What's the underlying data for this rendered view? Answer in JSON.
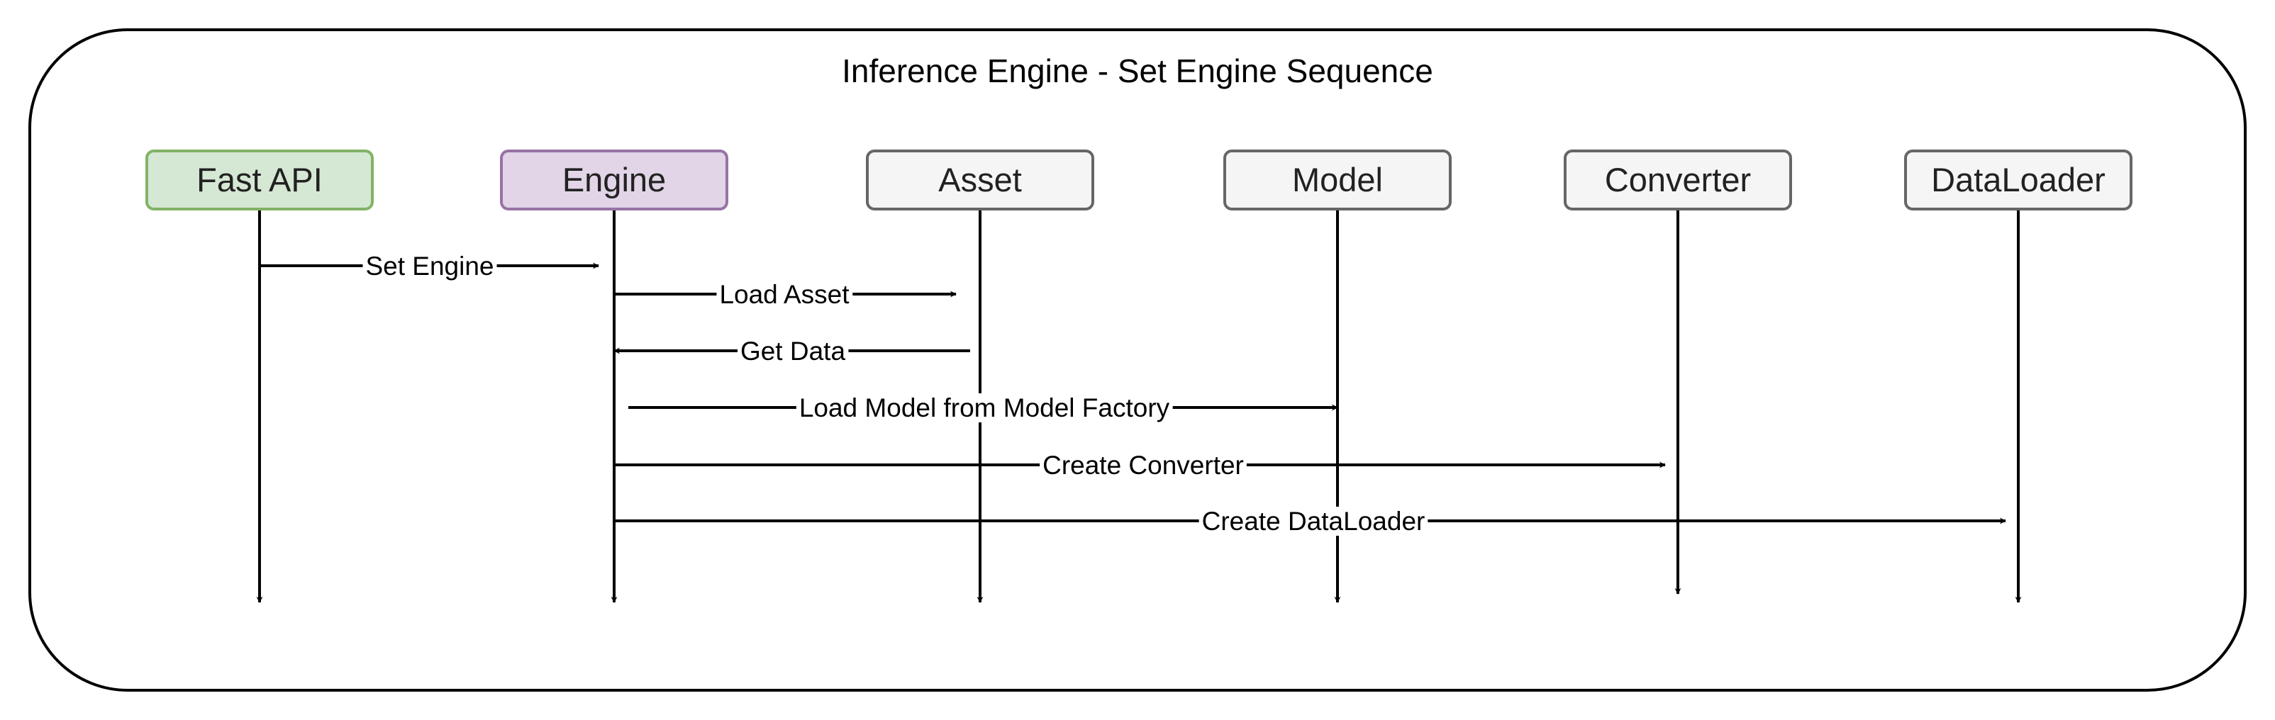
{
  "diagram": {
    "title": "Inference Engine - Set Engine Sequence",
    "participants": [
      {
        "id": "fastapi",
        "label": "Fast API",
        "fill": "#d5e8d4",
        "stroke": "#82b366"
      },
      {
        "id": "engine",
        "label": "Engine",
        "fill": "#e1d5e7",
        "stroke": "#9673a6"
      },
      {
        "id": "asset",
        "label": "Asset",
        "fill": "#f5f5f5",
        "stroke": "#666666"
      },
      {
        "id": "model",
        "label": "Model",
        "fill": "#f5f5f5",
        "stroke": "#666666"
      },
      {
        "id": "converter",
        "label": "Converter",
        "fill": "#f5f5f5",
        "stroke": "#666666"
      },
      {
        "id": "dataloader",
        "label": "DataLoader",
        "fill": "#f5f5f5",
        "stroke": "#666666"
      }
    ],
    "messages": [
      {
        "from": "fastapi",
        "to": "engine",
        "label": "Set Engine"
      },
      {
        "from": "engine",
        "to": "asset",
        "label": "Load Asset"
      },
      {
        "from": "asset",
        "to": "engine",
        "label": "Get Data"
      },
      {
        "from": "engine",
        "to": "model",
        "label": "Load Model from Model Factory"
      },
      {
        "from": "engine",
        "to": "converter",
        "label": "Create Converter"
      },
      {
        "from": "engine",
        "to": "dataloader",
        "label": "Create DataLoader"
      }
    ]
  }
}
